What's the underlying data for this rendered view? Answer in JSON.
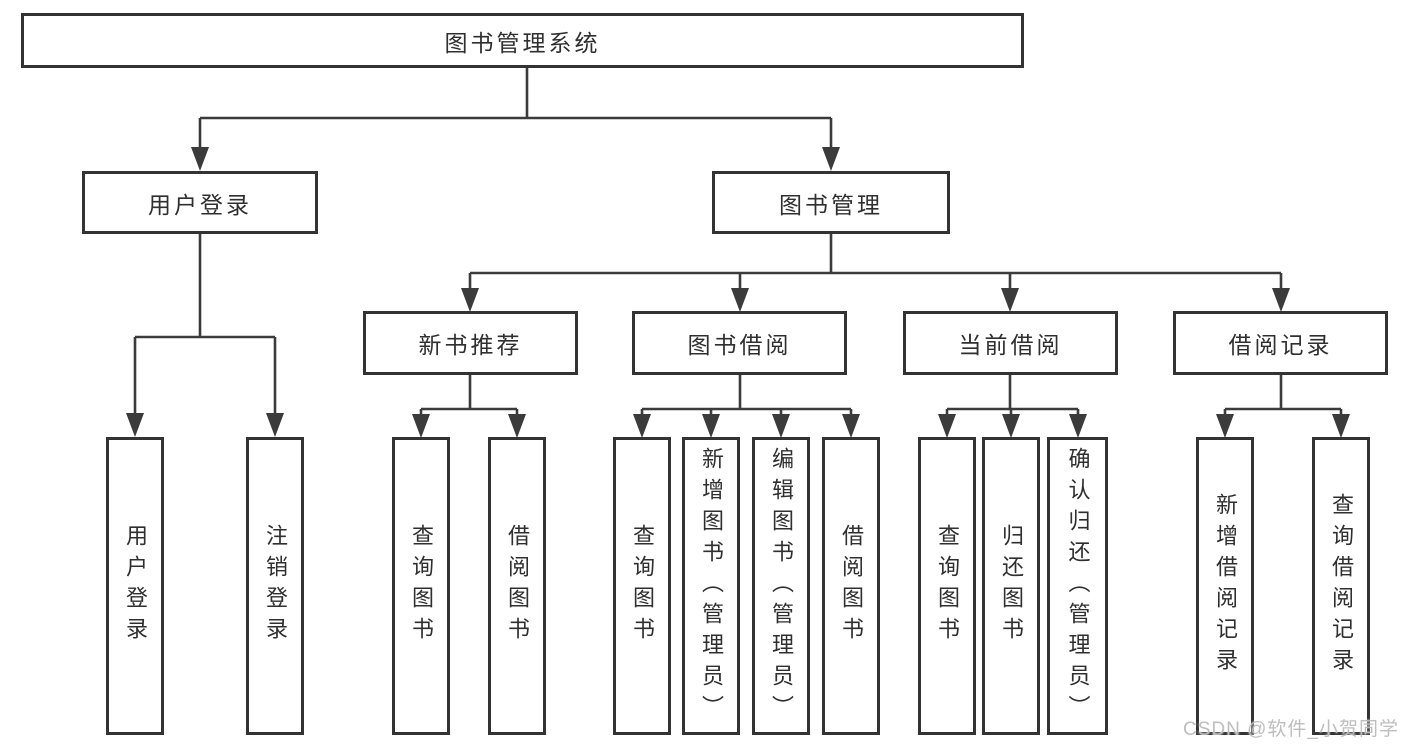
{
  "tree": {
    "label": "图书管理系统",
    "children": [
      {
        "label": "用户登录",
        "children": [
          {
            "label": "用户登录"
          },
          {
            "label": "注销登录"
          }
        ]
      },
      {
        "label": "图书管理",
        "children": [
          {
            "label": "新书推荐",
            "children": [
              {
                "label": "查询图书"
              },
              {
                "label": "借阅图书"
              }
            ]
          },
          {
            "label": "图书借阅",
            "children": [
              {
                "label": "查询图书"
              },
              {
                "label": "新增图书（管理员）"
              },
              {
                "label": "编辑图书（管理员）"
              },
              {
                "label": "借阅图书"
              }
            ]
          },
          {
            "label": "当前借阅",
            "children": [
              {
                "label": "查询图书"
              },
              {
                "label": "归还图书"
              },
              {
                "label": "确认归还（管理员）"
              }
            ]
          },
          {
            "label": "借阅记录",
            "children": [
              {
                "label": "新增借阅记录"
              },
              {
                "label": "查询借阅记录"
              }
            ]
          }
        ]
      }
    ]
  },
  "watermark": "CSDN @软件_小贺同学",
  "colors": {
    "box_border": "#333333",
    "connector": "#3b3b3b",
    "text": "#2f2f2f",
    "watermark": "#bababa",
    "background": "#ffffff"
  }
}
